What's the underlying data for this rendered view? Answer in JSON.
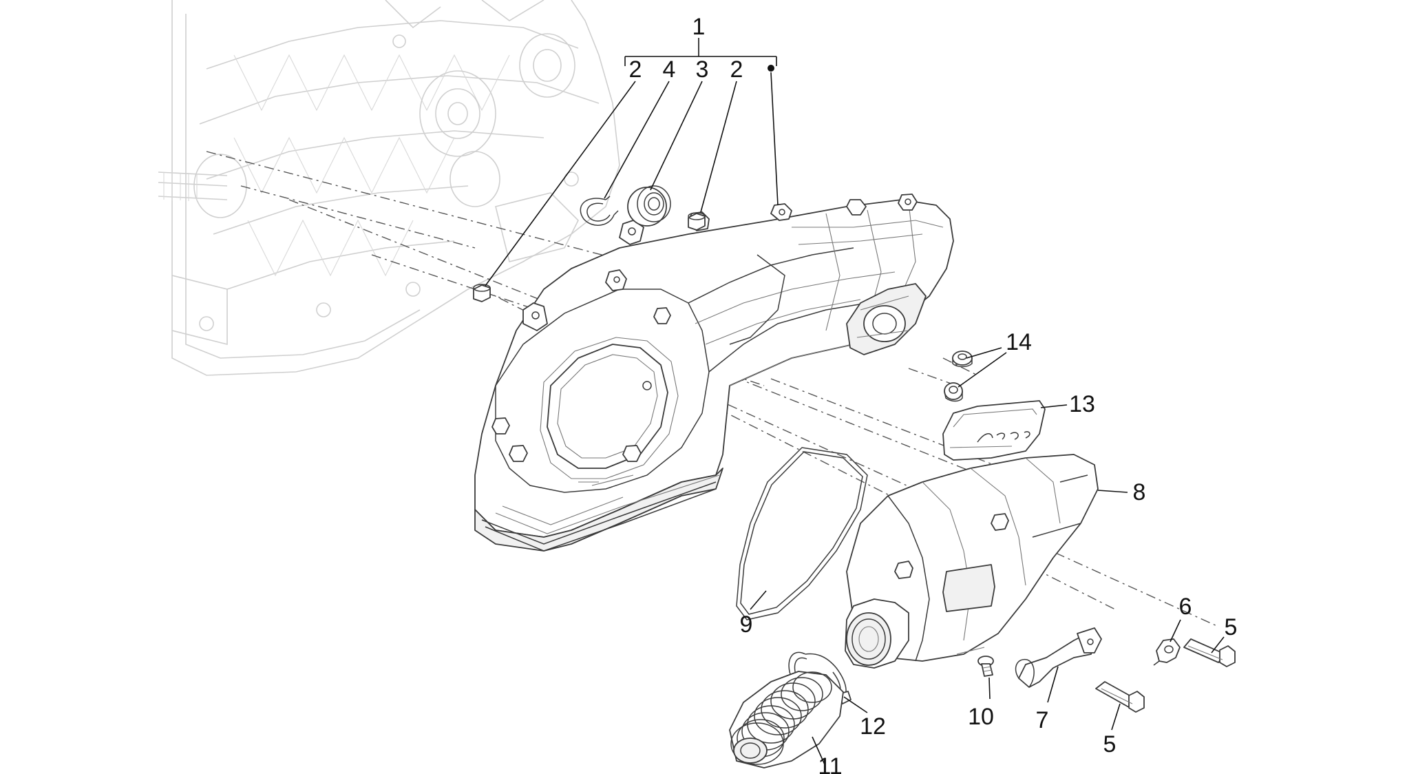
{
  "diagram": {
    "callouts": {
      "c1": "1",
      "c2a": "2",
      "c4": "4",
      "c3": "3",
      "c2b": "2",
      "c14": "14",
      "c13": "13",
      "c8": "8",
      "c9": "9",
      "c6": "6",
      "c5a": "5",
      "c10": "10",
      "c7": "7",
      "c5b": "5",
      "c12": "12",
      "c11": "11"
    },
    "colors": {
      "line": "#3a3a3a",
      "ghost": "#cfcfcf",
      "background": "#ffffff"
    }
  }
}
